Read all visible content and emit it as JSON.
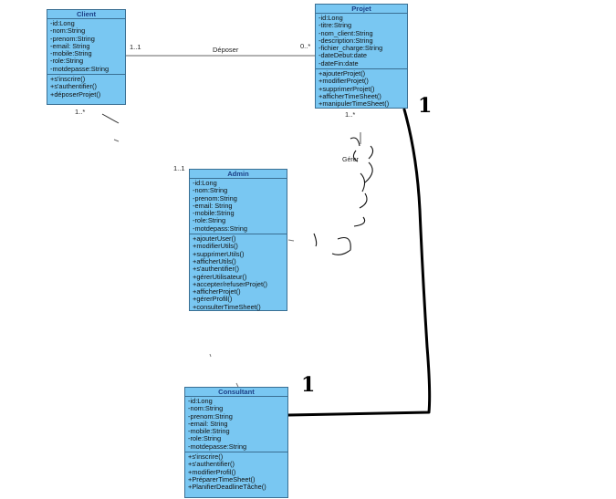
{
  "classes": {
    "client": {
      "name": "Client",
      "attributes": [
        "-id:Long",
        "-nom:String",
        "-prenom:String",
        "-email: String",
        "-mobile:String",
        "-role:String",
        "-motdepasse:String"
      ],
      "methods": [
        "+s'inscrire()",
        "+s'authentifier()",
        "+déposerProjet()"
      ]
    },
    "projet": {
      "name": "Projet",
      "attributes": [
        "-id:Long",
        "-titre:String",
        "-nom_client:String",
        "-description:String",
        "-fichier_charge:String",
        "-dateDebut:date",
        "-dateFin:date"
      ],
      "methods": [
        "+ajouterProjet()",
        "+modifierProjet()",
        "+supprimerProjet()",
        "+afficherTimeSheet()",
        "+manipulerTimeSheet()"
      ]
    },
    "admin": {
      "name": "Admin",
      "attributes": [
        "-id:Long",
        "-nom:String",
        "-prenom:String",
        "-email: String",
        "-mobile:String",
        "-role:String",
        "-motdepass:String"
      ],
      "methods": [
        "+ajouterUser()",
        "+modifierUtils()",
        "+supprimerUtils()",
        "+afficherUtils()",
        "+s'authentifier()",
        "+gérerUtilisateur()",
        "+accepter/refuserProjet()",
        "+afficherProjet()",
        "+gérerProfil()",
        "+consulterTimeSheet()"
      ]
    },
    "consultant": {
      "name": "Consultant",
      "attributes": [
        "-id:Long",
        "-nom:String",
        "-prenom:String",
        "-email: String",
        "-mobile:String",
        "-role:String",
        "-motdepasse:String"
      ],
      "methods": [
        "+s'inscrire()",
        "+s'authentifier()",
        "+modifierProfil()",
        "+PréparerTimeSheet()",
        "+PlanifierDeadlineTâche()"
      ]
    }
  },
  "associations": {
    "deposer": {
      "label": "Déposer",
      "mult_client": "1..1",
      "mult_projet": "0..*"
    },
    "client_down_mult": "1..*",
    "admin_top_mult": "1..1",
    "projet_down_mult": "1..*",
    "gerer_label": "Gérer",
    "handwritten_projet": "1",
    "handwritten_consultant": "1"
  },
  "colors": {
    "class_fill": "#79c7f2",
    "class_border": "#3a6f93",
    "header_text": "#1b3f86"
  }
}
